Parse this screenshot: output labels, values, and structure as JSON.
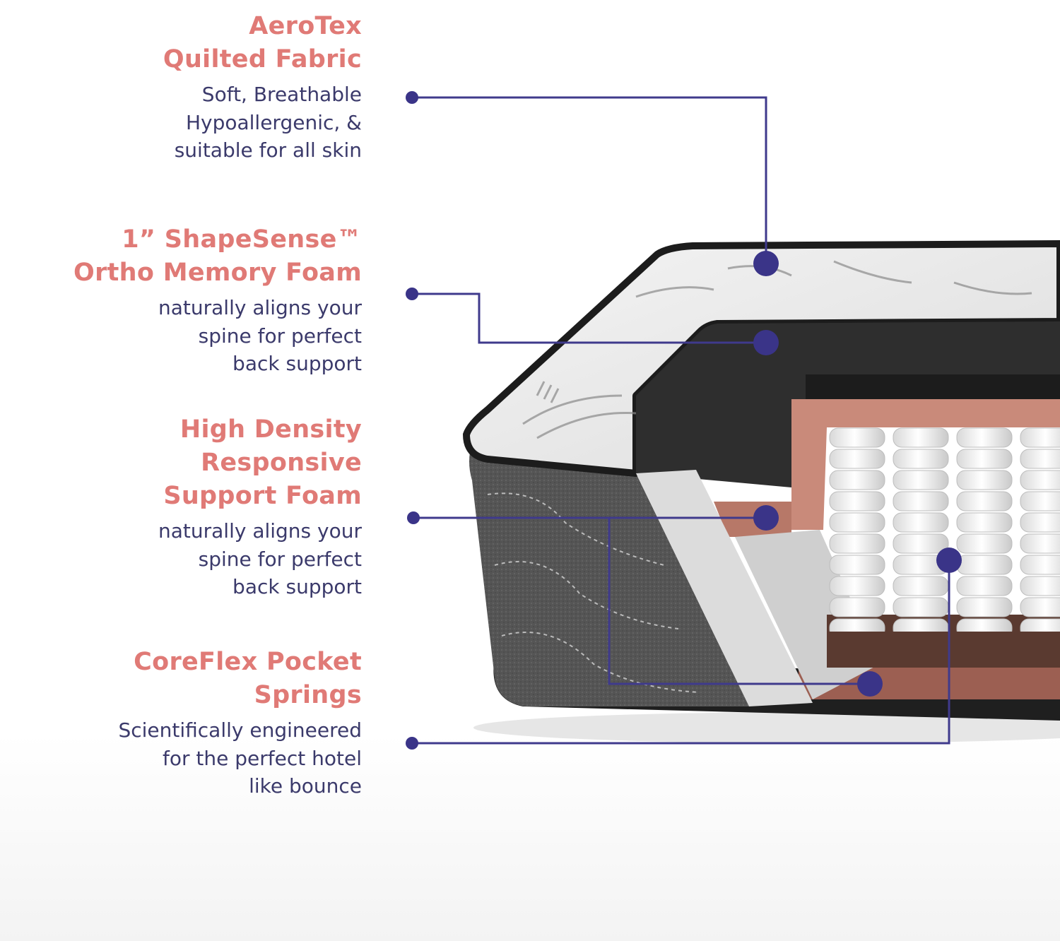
{
  "layers": [
    {
      "id": "aerotex",
      "title": "AeroTex\nQuilted Fabric",
      "description": "Soft, Breathable\nHypoallergenic, &\nsuitable for all skin"
    },
    {
      "id": "shapesense",
      "title": "1” ShapeSense™\nOrtho Memory Foam",
      "description": "naturally aligns your\nspine for perfect\nback support"
    },
    {
      "id": "support-foam",
      "title": "High Density\nResponsive\nSupport Foam",
      "description": "naturally aligns your\nspine for perfect\nback support"
    },
    {
      "id": "coreflex",
      "title": "CoreFlex Pocket\nSprings",
      "description": "Scientifically engineered\nfor the perfect hotel\nlike bounce"
    }
  ],
  "colors": {
    "title": "#e07a76",
    "description": "#3b3a6b",
    "callout_line": "#3f3a8c",
    "callout_dot": "#3a3488"
  }
}
